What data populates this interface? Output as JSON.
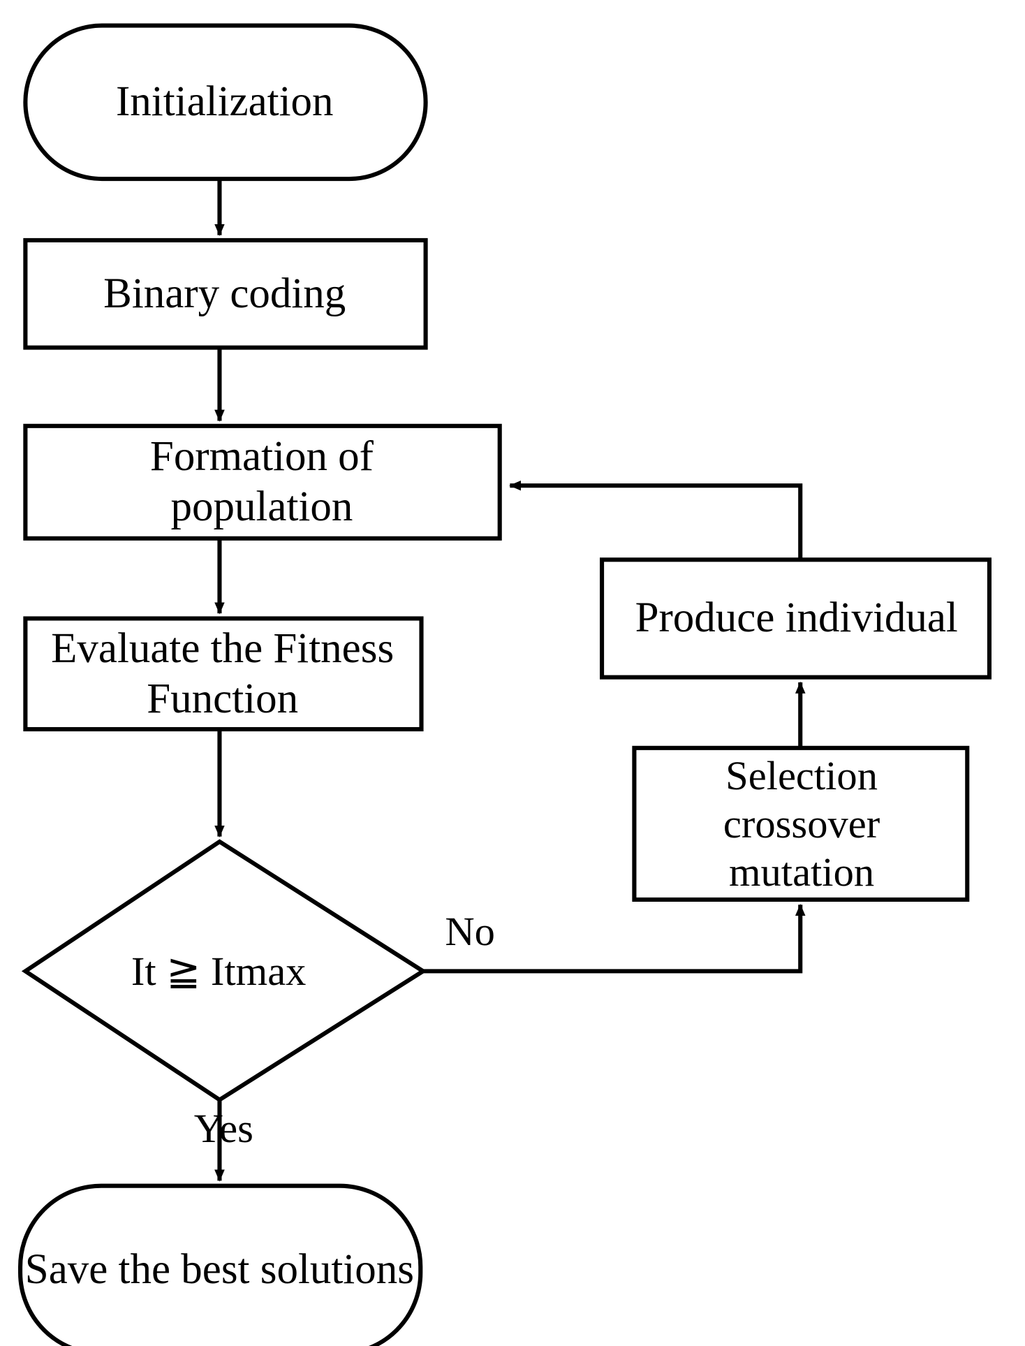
{
  "diagram": {
    "title": "Genetic algorithm flowchart",
    "type": "flowchart",
    "stroke_color": "#000000",
    "fill_color": "#ffffff",
    "background": "#ffffff",
    "nodes": [
      {
        "id": "initialization",
        "shape": "stadium",
        "label": "Initialization"
      },
      {
        "id": "binary_coding",
        "shape": "rectangle",
        "label": "Binary coding"
      },
      {
        "id": "formation",
        "shape": "rectangle",
        "label": "Formation of\npopulation"
      },
      {
        "id": "evaluate",
        "shape": "rectangle",
        "label": "Evaluate the Fitness\nFunction"
      },
      {
        "id": "decision",
        "shape": "diamond",
        "label": "It ≧ Itmax"
      },
      {
        "id": "produce",
        "shape": "rectangle",
        "label": "Produce individual"
      },
      {
        "id": "selection",
        "shape": "rectangle",
        "label": "Selection\ncrossover\nmutation"
      },
      {
        "id": "save",
        "shape": "stadium",
        "label": "Save the best solutions"
      }
    ],
    "edges": [
      {
        "from": "initialization",
        "to": "binary_coding",
        "label": ""
      },
      {
        "from": "binary_coding",
        "to": "formation",
        "label": ""
      },
      {
        "from": "formation",
        "to": "evaluate",
        "label": ""
      },
      {
        "from": "evaluate",
        "to": "decision",
        "label": ""
      },
      {
        "from": "decision",
        "to": "selection",
        "label": "No"
      },
      {
        "from": "selection",
        "to": "produce",
        "label": ""
      },
      {
        "from": "produce",
        "to": "formation",
        "label": ""
      },
      {
        "from": "decision",
        "to": "save",
        "label": "Yes"
      }
    ],
    "edge_labels": {
      "no": "No",
      "yes": "Yes"
    }
  }
}
